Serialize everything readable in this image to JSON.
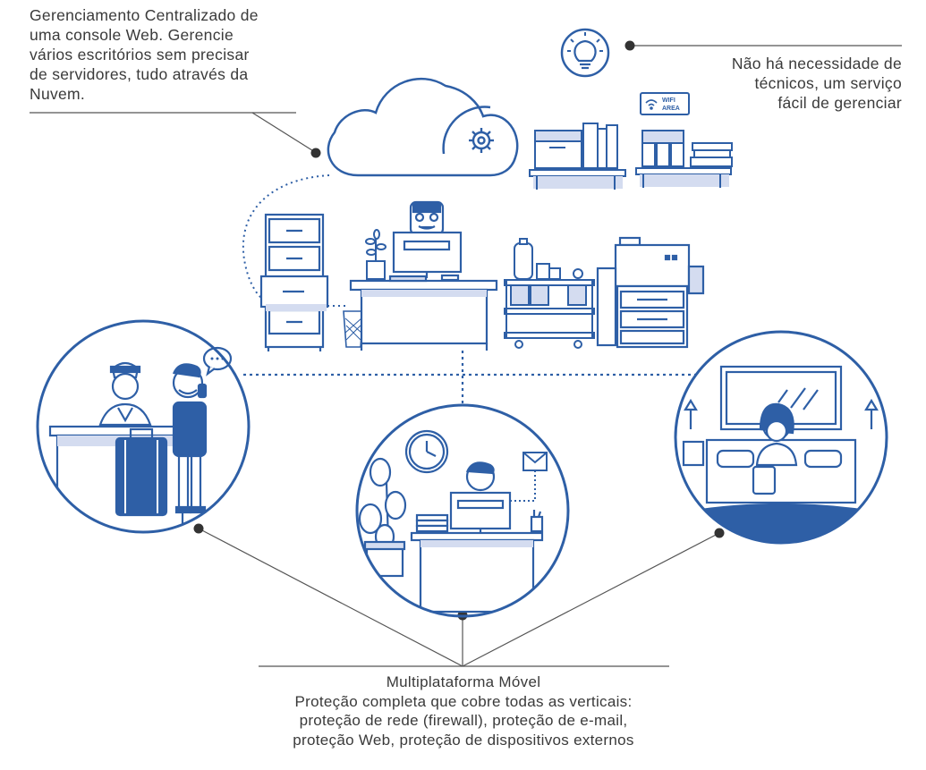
{
  "texts": {
    "cloud_management": [
      "Gerenciamento Centralizado de",
      "uma console Web. Gerencie",
      "vários escritórios sem precisar",
      "de servidores, tudo através da",
      "Nuvem."
    ],
    "no_technicians": [
      "Não há necessidade de",
      "técnicos, um serviço",
      "fácil de gerenciar"
    ],
    "mobile_platform": [
      "Multiplataforma Móvel",
      "Proteção completa que cobre todas as verticais:",
      "proteção de rede (firewall), proteção de e-mail,",
      "proteção Web, proteção de dispositivos externos"
    ]
  },
  "labels": {
    "wifi_sign_line1": "WIFI",
    "wifi_sign_line2": "AREA"
  },
  "colors": {
    "primary": "#2e5fa6",
    "light_fill": "#d4dcf0",
    "text": "#3a3a3a",
    "callout_line": "#555555"
  },
  "icons": [
    "cloud-icon",
    "gear-icon",
    "lightbulb-icon",
    "wifi-icon",
    "clock-icon",
    "envelope-icon"
  ]
}
